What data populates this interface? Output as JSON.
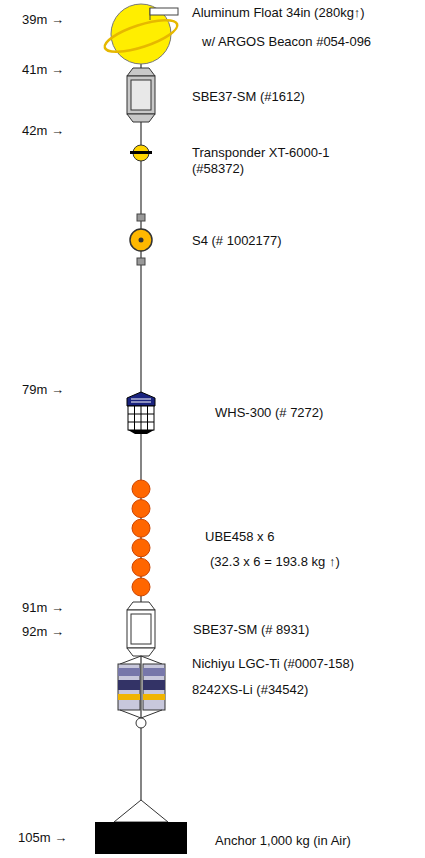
{
  "diagram": {
    "nodes": [
      {
        "text": [
          "Aluminum Float 34in (280kg↑)",
          "w/ ARGOS Beacon #054-096"
        ]
      },
      {
        "text": [
          "SBE37-SM (#1612)"
        ]
      },
      {
        "text": [
          "Transponder XT-6000-1 (#58372)"
        ]
      },
      {
        "text": [
          "S4 (# 1002177)"
        ]
      },
      {
        "text": [
          "WHS-300 (# 7272)"
        ]
      },
      {
        "text": [
          "UBE458 x 6",
          "(32.3 x 6 = 193.8 kg ↑)"
        ]
      },
      {
        "text": [
          "SBE37-SM (# 8931)"
        ]
      },
      {
        "text": [
          "Nichiyu LGC-Ti (#0007-158)",
          "8242XS-Li (#34542)"
        ]
      },
      {
        "text": [
          "Anchor 1,000 kg (in Air)"
        ]
      }
    ],
    "edges": [
      {
        "from": 0,
        "to": 1,
        "arrow": "none"
      },
      {
        "from": 1,
        "to": 2,
        "arrow": "none"
      },
      {
        "from": 2,
        "to": 3,
        "arrow": "none"
      },
      {
        "from": 3,
        "to": 4,
        "arrow": "none"
      },
      {
        "from": 4,
        "to": 5,
        "arrow": "none"
      },
      {
        "from": 5,
        "to": 6,
        "arrow": "none"
      },
      {
        "from": 6,
        "to": 7,
        "arrow": "none"
      },
      {
        "from": 7,
        "to": 8,
        "arrow": "none"
      }
    ],
    "labels": [
      "39m →",
      "41m →",
      "42m →",
      "79m →",
      "91m →",
      "92m →",
      "105m →"
    ]
  }
}
